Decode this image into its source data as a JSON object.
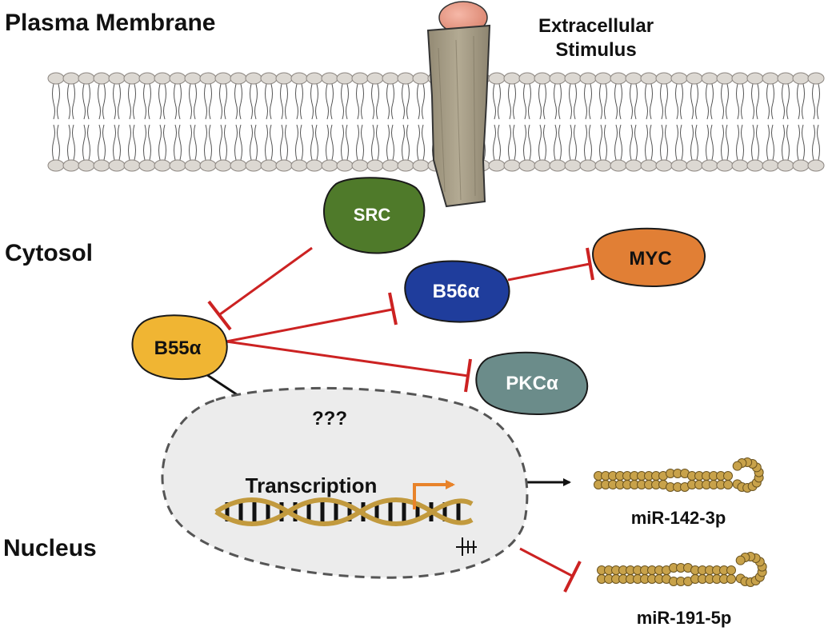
{
  "compartments": {
    "plasma_membrane": "Plasma Membrane",
    "cytosol": "Cytosol",
    "nucleus": "Nucleus"
  },
  "stimulus": {
    "line1": "Extracellular",
    "line2": "Stimulus"
  },
  "nodes": {
    "src": "SRC",
    "b55": "B55α",
    "b56": "B56α",
    "myc": "MYC",
    "pkc": "PKCα"
  },
  "unknown_mechanism": "???",
  "transcription": "Transcription",
  "mirnas": {
    "mir142": "miR-142-3p",
    "mir191": "miR-191-5p"
  },
  "colors": {
    "src": "#4f7a2a",
    "b55": "#f0b533",
    "b56": "#1f3d9c",
    "myc": "#e17f35",
    "pkc": "#6b8c8a",
    "inhibition": "#cc2222",
    "receptor": "#a79d86",
    "receptor_cap": "#e79b86",
    "lipid_head": "#dcd8d2",
    "nucleus_fill": "#ececec",
    "dna": "#c29a3e",
    "mirna": "#c8a24a",
    "promoter_arrow": "#e8832a"
  }
}
